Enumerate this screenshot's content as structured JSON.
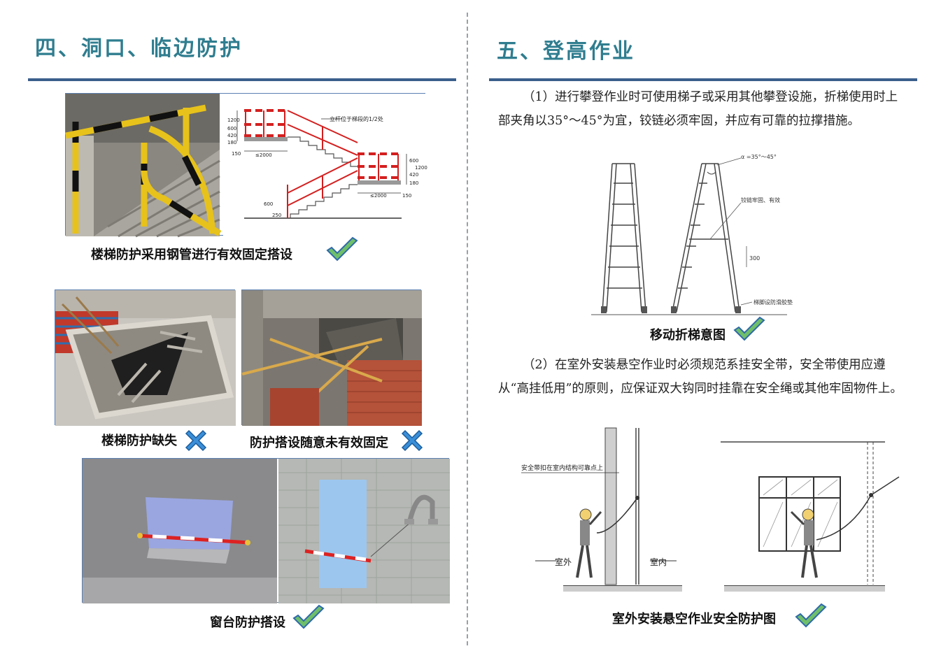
{
  "left": {
    "title": "四、洞口、临边防护",
    "captions": {
      "stair_guard": "楼梯防护采用钢管进行有效固定搭设",
      "stair_missing": "楼梯防护缺失",
      "guard_loose": "防护搭设随意未有效固定",
      "window_guard": "窗台防护搭设"
    },
    "drawing_labels": {
      "note": "立杆位于梯段的1/2处",
      "d1200a": "1200",
      "d600a": "600",
      "d420a": "420",
      "d180a": "180",
      "d150a": "150",
      "d2000a": "≤2000",
      "d600b": "600",
      "d1200b": "1200",
      "d420b": "420",
      "d180b": "180",
      "d2000b": "≤2000",
      "d150b": "150",
      "d600c": "600",
      "d250": "250"
    }
  },
  "right": {
    "title": "五、登高作业",
    "para1": "（1）进行攀登作业时可使用梯子或采用其他攀登设施，折梯使用时上部夹角以35°～45°为宜，铰链必须牢固，并应有可靠的拉撑措施。",
    "para2": "（2）在室外安装悬空作业时必须规范系挂安全带，安全带使用应遵从“高挂低用”的原则，应保证双大钩同时挂靠在安全绳或其他牢固物件上。",
    "captions": {
      "ladder": "移动折梯意图",
      "harness": "室外安装悬空作业安全防护图"
    },
    "ladder_labels": {
      "angle": "α =35°～45°",
      "hinge": "铰链牢固、有效",
      "spacing": "300",
      "feet": "梯脚设防滑胶垫"
    },
    "harness_labels": {
      "anchor": "安全带扣在室内结构可靠点上",
      "outside": "室外",
      "inside": "室内"
    }
  },
  "colors": {
    "title": "#2f7d8f",
    "rule": "#3a5f8c",
    "check": "#6fbf6a",
    "cross": "#3a8fd8"
  },
  "icons": {
    "ok": "check-icon",
    "bad": "cross-icon"
  }
}
